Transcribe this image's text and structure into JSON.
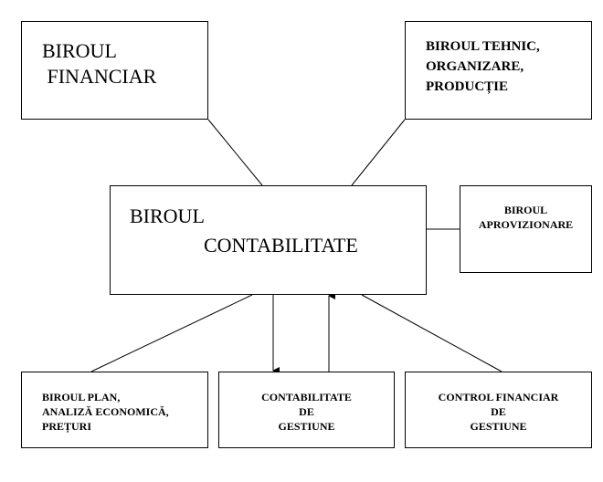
{
  "boxes": {
    "financiar": [
      "BIROUL",
      " FINANCIAR"
    ],
    "tehnic": [
      "BIROUL TEHNIC,",
      "ORGANIZARE,",
      "PRODUCȚIE"
    ],
    "contabilitate": [
      "BIROUL",
      "CONTABILITATE"
    ],
    "aprovizionare": [
      "BIROUL",
      "APROVIZIONARE"
    ],
    "plan": [
      "BIROUL PLAN,",
      "ANALIZĂ ECONOMICĂ,",
      "PREȚURI"
    ],
    "gestiune": [
      "CONTABILITATE",
      "DE",
      "GESTIUNE"
    ],
    "control": [
      "CONTROL FINANCIAR",
      "DE",
      "GESTIUNE"
    ]
  }
}
